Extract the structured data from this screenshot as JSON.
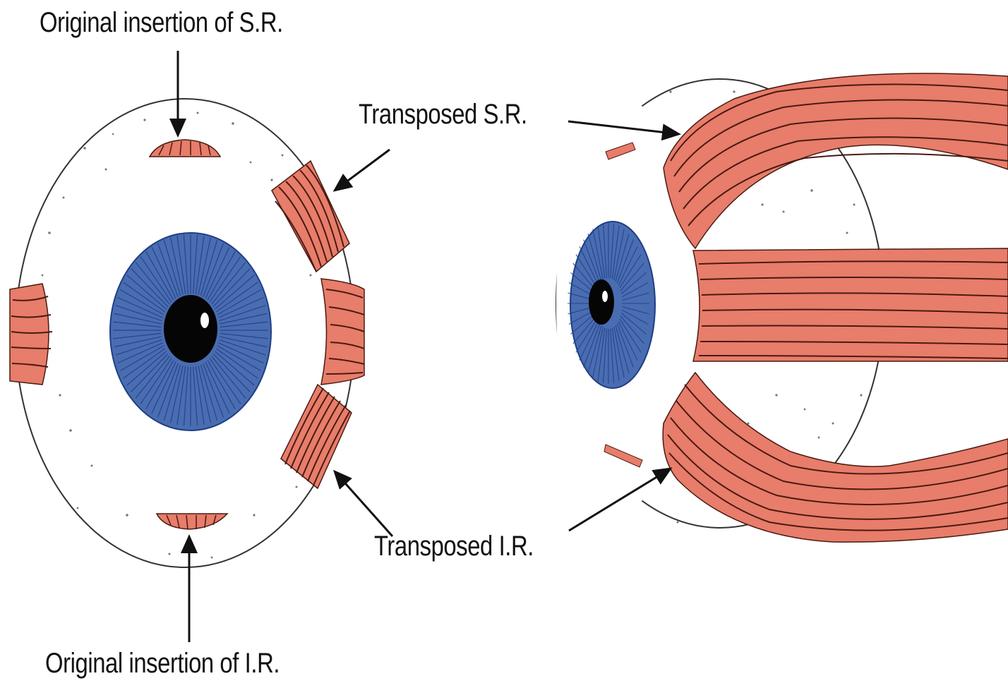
{
  "labels": {
    "original_sr": "Original insertion of S.R.",
    "transposed_sr": "Transposed S.R.",
    "transposed_ir": "Transposed I.R.",
    "original_ir": "Original insertion of I.R."
  },
  "colors": {
    "muscle": "#e77d6a",
    "muscle_stripe": "#4a1a12",
    "iris": "#4a6cb0",
    "iris_stripe": "#1e3f86",
    "pupil": "#050505",
    "outline": "#333333"
  }
}
